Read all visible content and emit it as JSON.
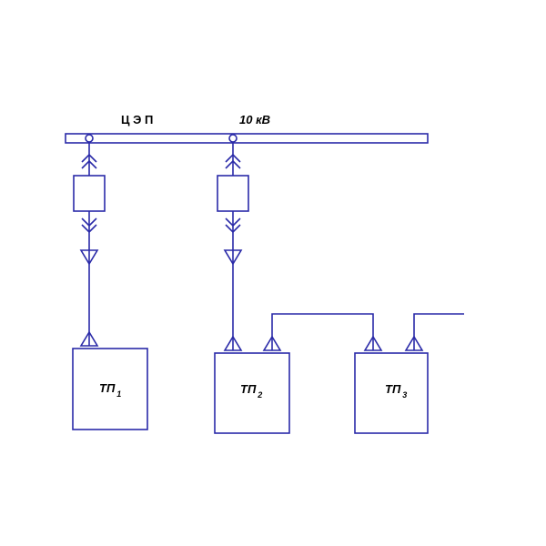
{
  "bus": {
    "name": "Ц Э П",
    "voltage": "10 кВ"
  },
  "substations": [
    {
      "label": "ТП",
      "index": "1"
    },
    {
      "label": "ТП",
      "index": "2"
    },
    {
      "label": "ТП",
      "index": "3"
    }
  ],
  "colors": {
    "line": "#2a2aa8",
    "text": "#000000",
    "background": "#ffffff"
  }
}
